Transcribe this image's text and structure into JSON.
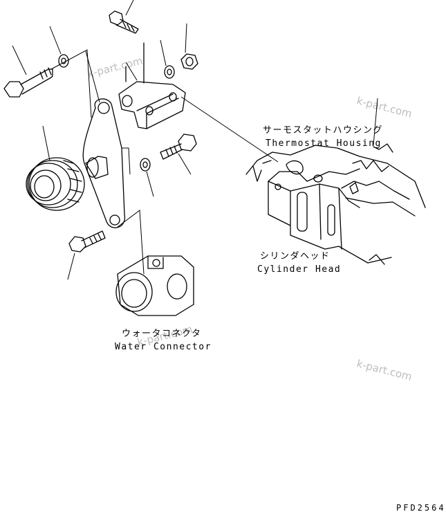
{
  "labels": {
    "thermostat_jp": "サーモスタットハウシング",
    "thermostat_en": "Thermostat Housing",
    "cylinder_jp": "シリンダヘッド",
    "cylinder_en": "Cylinder Head",
    "water_jp": "ウォータコネクタ",
    "water_en": "Water Connector"
  },
  "watermark": "k-part.com",
  "drawing_code": "PFD2564"
}
